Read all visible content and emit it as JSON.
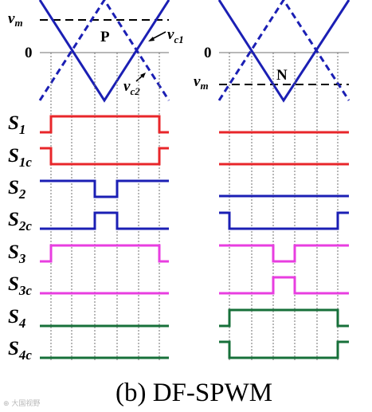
{
  "caption": "(b) DF-SPWM",
  "watermark": "⊕ 大国视野",
  "colors": {
    "red": "#e8262a",
    "blue": "#1b1fb4",
    "magenta": "#e83ee0",
    "green": "#17703a",
    "black": "#000000",
    "grid": "#707070"
  },
  "left_panel": {
    "vm_label": "v",
    "vm_sub": "m",
    "zero_label": "0",
    "region_label": "P",
    "vc1_label": "v",
    "vc1_sub": "c1",
    "vc2_label": "v",
    "vc2_sub": "c2"
  },
  "right_panel": {
    "zero_label": "0",
    "vm_label": "v",
    "vm_sub": "m",
    "region_label": "N"
  },
  "signals": [
    {
      "label": "S",
      "sub": "1",
      "color": "red"
    },
    {
      "label": "S",
      "sub": "1c",
      "color": "red"
    },
    {
      "label": "S",
      "sub": "2",
      "color": "blue"
    },
    {
      "label": "S",
      "sub": "2c",
      "color": "blue"
    },
    {
      "label": "S",
      "sub": "3",
      "color": "magenta"
    },
    {
      "label": "S",
      "sub": "3c",
      "color": "magenta"
    },
    {
      "label": "S",
      "sub": "4",
      "color": "green"
    },
    {
      "label": "S",
      "sub": "4c",
      "color": "green"
    }
  ]
}
